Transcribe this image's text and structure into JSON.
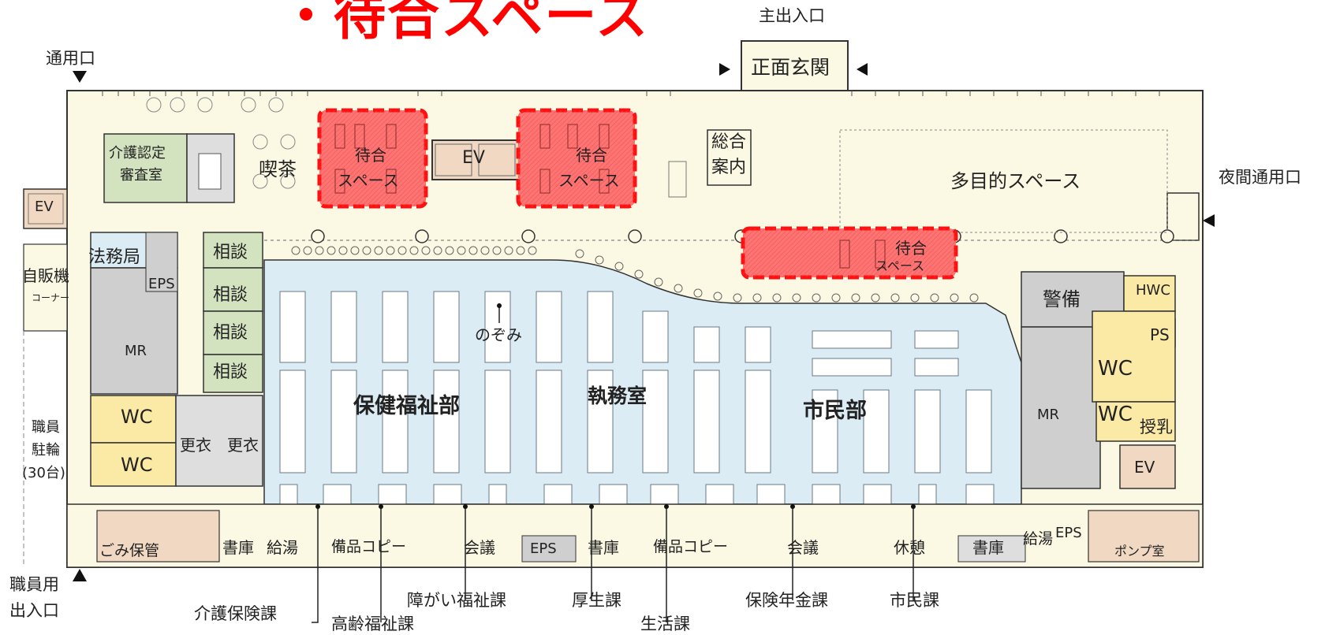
{
  "header": {
    "waiting_title": "・待合スペース"
  },
  "entrances": {
    "main": "主出入口",
    "front": "正面玄関",
    "service": "通用口",
    "night": "夜間通用口",
    "staff_line1": "職員用",
    "staff_line2": "出入口"
  },
  "rooms": {
    "kaigo_nintei_1": "介護認定",
    "kaigo_nintei_2": "審査室",
    "kissa": "喫茶",
    "ev": "EV",
    "sogo_annai_1": "総合",
    "sogo_annai_2": "案内",
    "tamokuteki": "多目的スペース",
    "homukyoku": "法務局",
    "eps": "EPS",
    "soudan": "相談",
    "jihanki_1": "自販機",
    "jihanki_2": "コーナー",
    "mr": "MR",
    "wc": "WC",
    "koui_1": "更衣",
    "koui_2": "更衣",
    "churin_1": "職員",
    "churin_2": "駐輪",
    "churin_3": "(30台)",
    "keibi": "警備",
    "hwc": "HWC",
    "ps": "PS",
    "junyu": "授乳",
    "nozomi": "のぞみ",
    "shitsumu": "執務室",
    "hoken_fukushi": "保健福祉部",
    "shimin_bu": "市民部",
    "gomi": "ごみ保管",
    "shoko": "書庫",
    "kyuto": "給湯",
    "bihin_copy": "備品コピー",
    "kaigi": "会議",
    "kyukei": "休憩",
    "pump": "ポンプ室"
  },
  "waiting_areas": [
    {
      "line1": "待合",
      "line2": "スペース"
    },
    {
      "line1": "待合",
      "line2": "スペース"
    },
    {
      "line1": "待合",
      "line2": "スペース"
    }
  ],
  "sections": [
    "介護保険課",
    "高齢福祉課",
    "障がい福祉課",
    "厚生課",
    "生活課",
    "保険年金課",
    "市民課"
  ],
  "colors": {
    "corridor": "#fbf8e3",
    "office": "#dcecf4",
    "wc": "#fbe9a6",
    "mr": "#cfcfcf",
    "consult": "#d3e3bf",
    "ev_stair": "#f0d8c2",
    "waiting": "#ff6f6f",
    "waiting_border": "#ff1010",
    "title": "#ff0000",
    "wall": "#333333"
  }
}
